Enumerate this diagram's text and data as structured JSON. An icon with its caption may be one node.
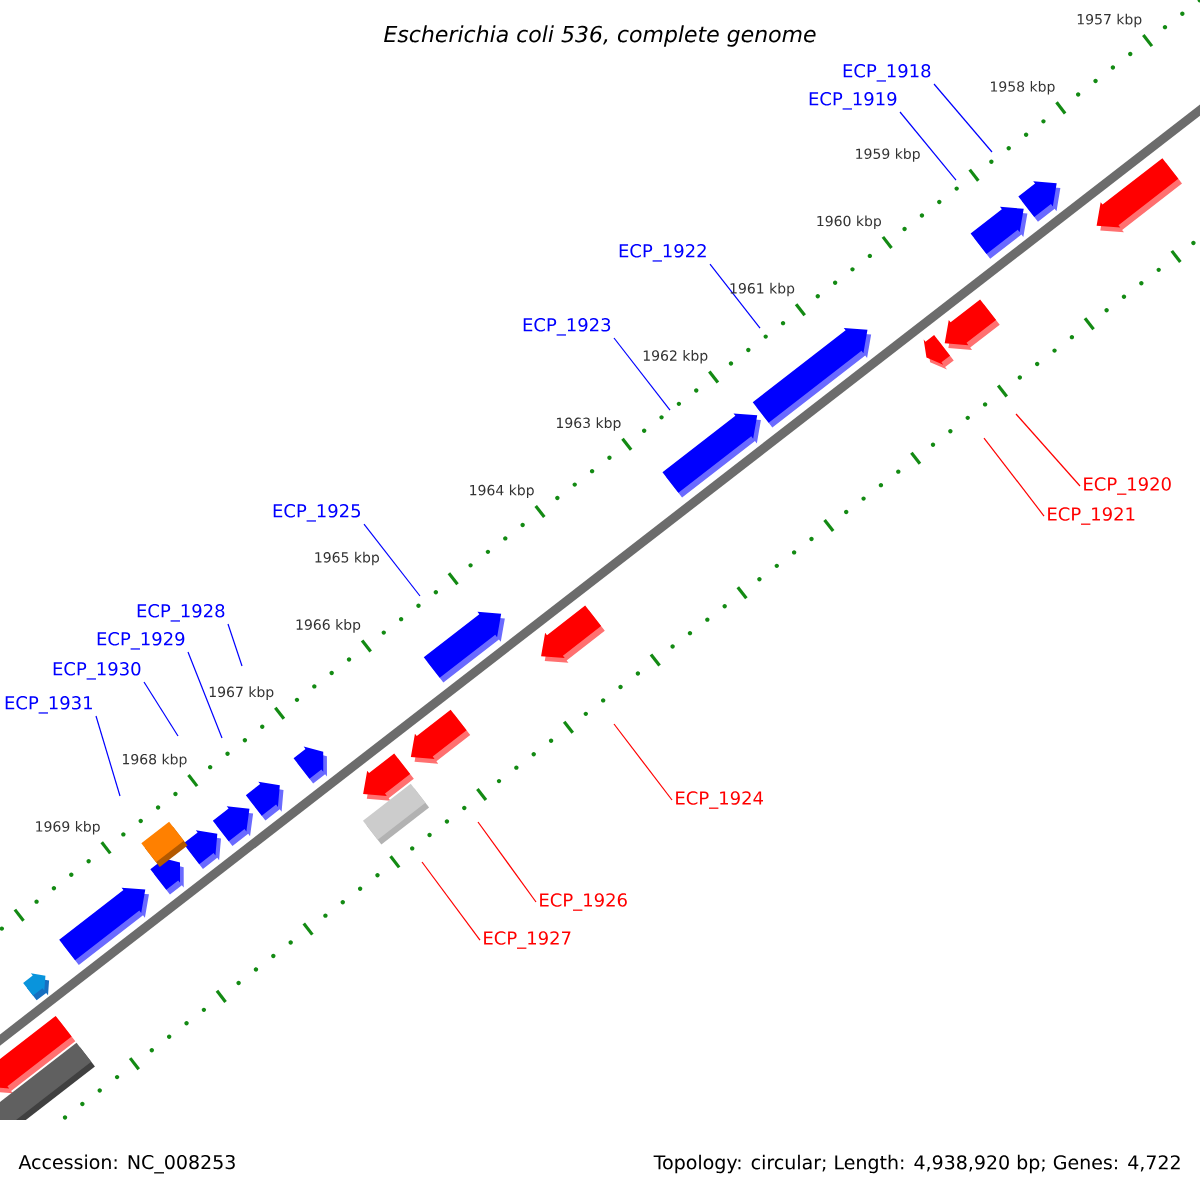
{
  "diagram": {
    "title": "Escherichia coli 536, complete genome",
    "nodes": [
      {
        "text": [
          "ECP_1918"
        ]
      },
      {
        "text": [
          "ECP_1919"
        ]
      },
      {
        "text": [
          "ECP_1922"
        ]
      },
      {
        "text": [
          "ECP_1923"
        ]
      },
      {
        "text": [
          "ECP_1920"
        ]
      },
      {
        "text": [
          "ECP_1925"
        ]
      },
      {
        "text": [
          "ECP_1921"
        ]
      },
      {
        "text": [
          "ECP_1928"
        ]
      },
      {
        "text": [
          "ECP_1929"
        ]
      },
      {
        "text": [
          "ECP_1930"
        ]
      },
      {
        "text": [
          "ECP_1931"
        ]
      },
      {
        "text": [
          "ECP_1924"
        ]
      },
      {
        "text": [
          "ECP_1926"
        ]
      },
      {
        "text": [
          "ECP_1927"
        ]
      }
    ],
    "edges": [
      {
        "from": 0,
        "to": null,
        "arrow": "none"
      },
      {
        "from": 1,
        "to": null,
        "arrow": "none"
      },
      {
        "from": 2,
        "to": null,
        "arrow": "none"
      },
      {
        "from": 3,
        "to": null,
        "arrow": "none"
      },
      {
        "from": 4,
        "to": null,
        "arrow": "none",
        "color": "#ff0000"
      },
      {
        "from": 5,
        "to": null,
        "arrow": "none"
      },
      {
        "from": 6,
        "to": null,
        "arrow": "none",
        "color": "#ff0000"
      },
      {
        "from": 7,
        "to": null,
        "arrow": "none"
      },
      {
        "from": 8,
        "to": null,
        "arrow": "none"
      },
      {
        "from": 9,
        "to": null,
        "arrow": "none"
      },
      {
        "from": 10,
        "to": null,
        "arrow": "none"
      },
      {
        "from": 11,
        "to": null,
        "arrow": "none",
        "color": "#ff0000"
      },
      {
        "from": 12,
        "to": null,
        "arrow": "none",
        "color": "#ff0000"
      },
      {
        "from": 13,
        "to": null,
        "arrow": "none",
        "color": "#ff0000"
      }
    ],
    "labels": [
      "1957 kbp",
      "1958 kbp",
      "1959 kbp",
      "1960 kbp",
      "1961 kbp",
      "1962 kbp",
      "1963 kbp",
      "1964 kbp",
      "1965 kbp",
      "1966 kbp",
      "1967 kbp",
      "1968 kbp",
      "1969 kbp",
      "Accession: NC_008253",
      "Topology: circular; Length: 4,938,920 bp; Genes: 4,722"
    ]
  }
}
